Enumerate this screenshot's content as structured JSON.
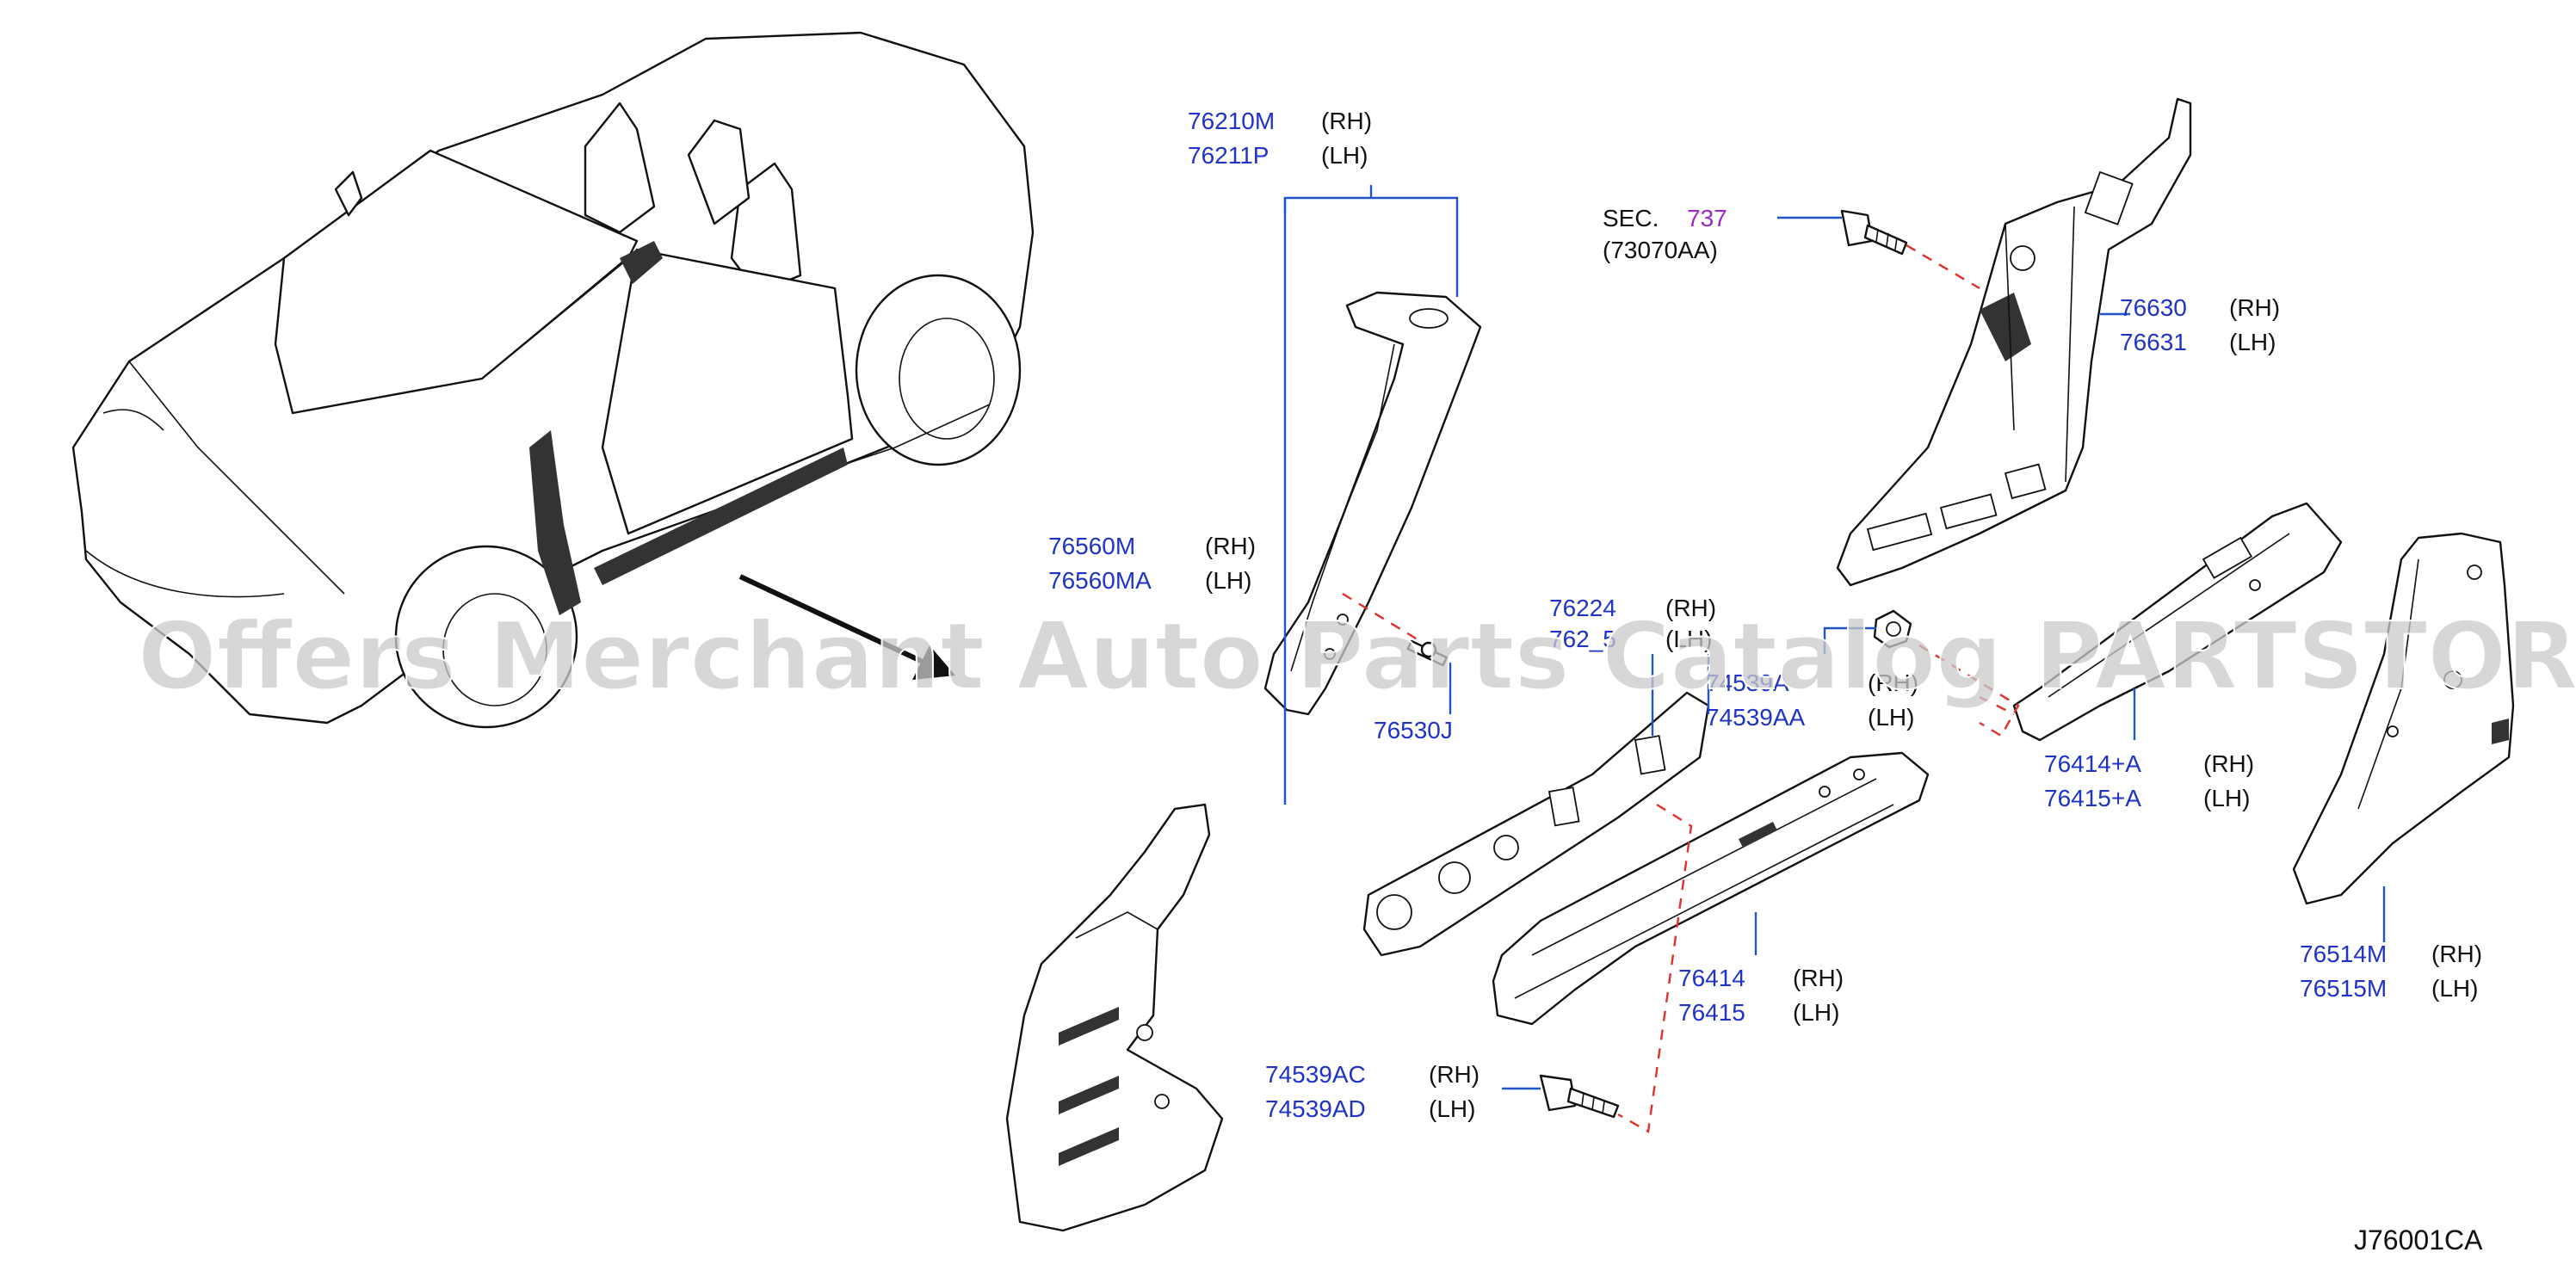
{
  "diagram_code": "J76001CA",
  "section_ref": {
    "prefix": "SEC.",
    "number": "737",
    "sub": "(73070AA)"
  },
  "watermark": "Offers Merchant Auto Parts Catalog PARTSTORE.SA",
  "callouts": [
    {
      "id": "a",
      "rh": "76210M",
      "lh": "76211P",
      "rh_side": "(RH)",
      "lh_side": "(LH)"
    },
    {
      "id": "b",
      "rh": "76560M",
      "lh": "76560MA",
      "rh_side": "(RH)",
      "lh_side": "(LH)"
    },
    {
      "id": "c",
      "rh": "76224",
      "lh": "762_5",
      "rh_side": "(RH)",
      "lh_side": "(LH)"
    },
    {
      "id": "d",
      "single": "76530J"
    },
    {
      "id": "e",
      "rh": "74539A",
      "lh": "74539AA",
      "rh_side": "(RH)",
      "lh_side": "(LH)"
    },
    {
      "id": "f",
      "rh": "76630",
      "lh": "76631",
      "rh_side": "(RH)",
      "lh_side": "(LH)"
    },
    {
      "id": "g",
      "rh": "76414+A",
      "lh": "76415+A",
      "rh_side": "(RH)",
      "lh_side": "(LH)"
    },
    {
      "id": "h",
      "rh": "76414",
      "lh": "76415",
      "rh_side": "(RH)",
      "lh_side": "(LH)"
    },
    {
      "id": "i",
      "rh": "74539AC",
      "lh": "74539AD",
      "rh_side": "(RH)",
      "lh_side": "(LH)"
    },
    {
      "id": "j",
      "rh": "76514M",
      "lh": "76515M",
      "rh_side": "(RH)",
      "lh_side": "(LH)"
    }
  ]
}
